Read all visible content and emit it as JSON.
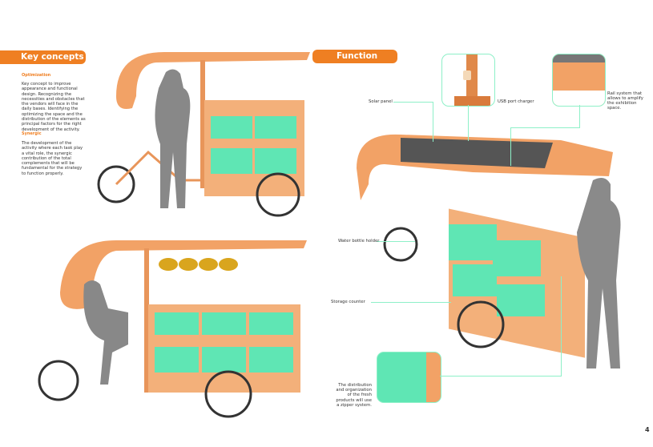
{
  "left": {
    "title": "Key concepts",
    "sections": [
      {
        "heading": "Optimization",
        "text": "Key concept to improve appearance and functional design. Recognizing the necessities and obstacles that the vendors will face in the daily bases. Identifying the optimizing the space and the distribution of the elements as principal factors for the right development of the activity."
      },
      {
        "heading": "Synergic",
        "text": "The development of the activity where each task play a vital role, the synergic contribution of the total complements that will be fundamental for the strategy to function properly."
      }
    ]
  },
  "right": {
    "title": "Function",
    "callouts": {
      "solar": "Solar panel",
      "usb": "USB port charger",
      "rail": "Rail system that allows to amplify the exhibition space.",
      "bottle": "Water bottle holder",
      "storage": "Storage counter",
      "zipper": "The distribution and organization of the fresh products will use a zipper system."
    }
  },
  "page_number": "4",
  "colors": {
    "accent": "#ef7f22",
    "mint": "#8ef0c8"
  }
}
